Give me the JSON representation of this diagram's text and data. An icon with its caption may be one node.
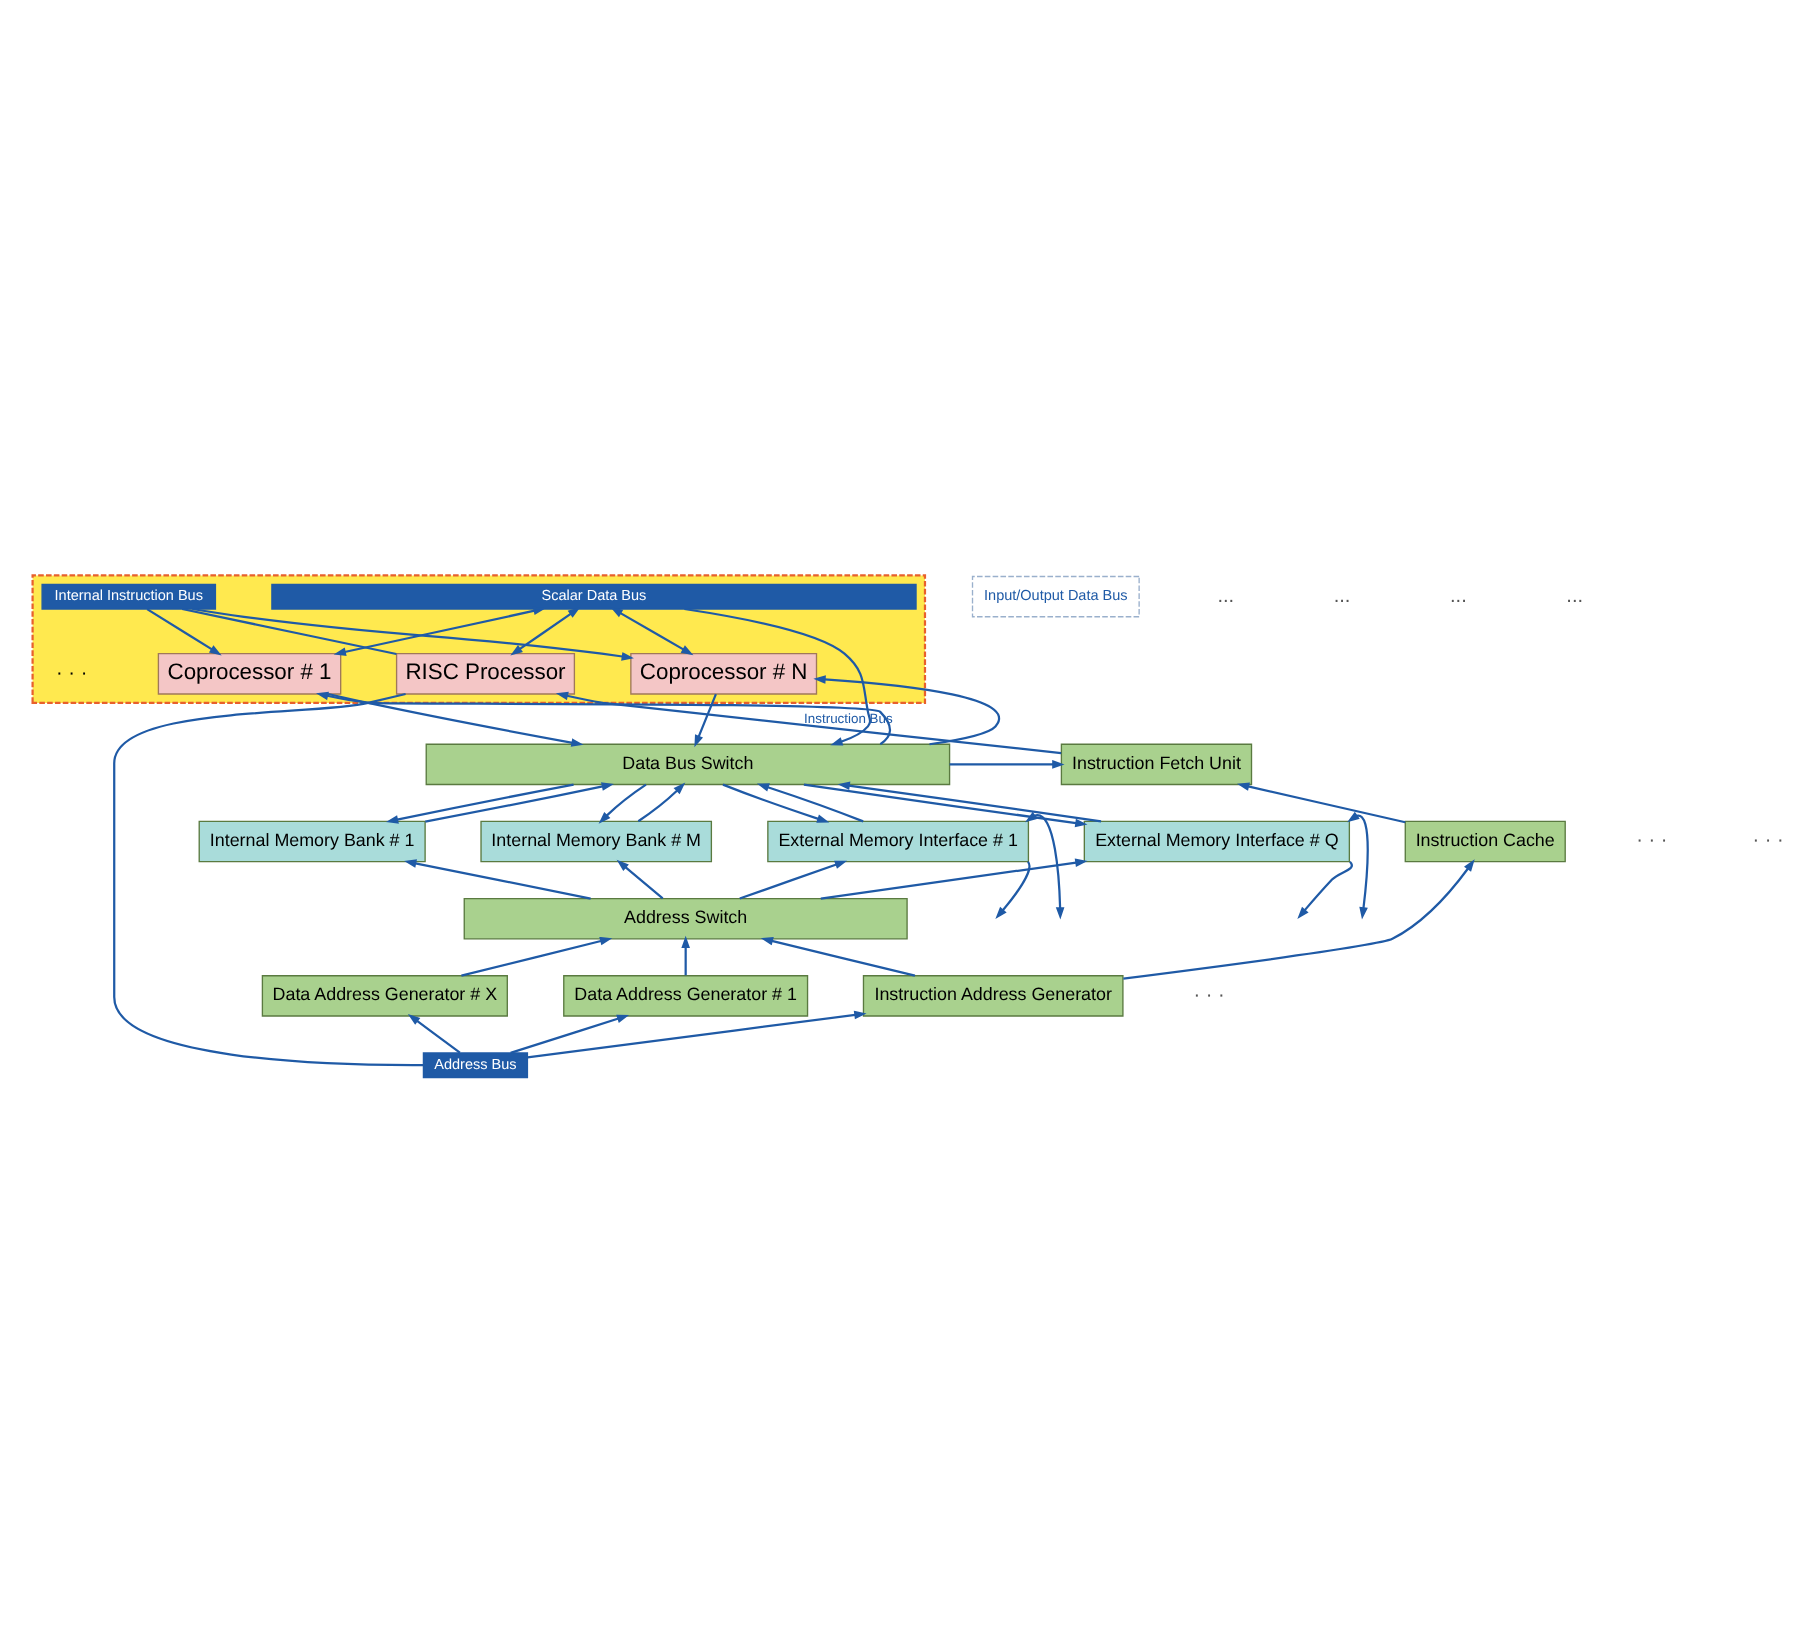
{
  "diagram": {
    "nodes": [
      {
        "text": [],
        "shape": "box"
      },
      {
        "text": [
          "Scalar Data Bus"
        ],
        "in": 0
      },
      {
        "text": [
          "Internal Instruction Bus"
        ],
        "in": 0
      },
      {
        "text": [
          "RISC Processor"
        ],
        "in": 0
      },
      {
        "text": [
          "Coprocessor # 1"
        ],
        "in": 0
      },
      {
        "text": [
          "Coprocessor # N"
        ],
        "in": 0
      },
      {
        "text": [
          "Input/Output Data Bus"
        ]
      },
      {
        "text": [
          "Instruction Fetch Unit"
        ]
      },
      {
        "text": [
          "Data Bus Switch"
        ]
      },
      {
        "text": [
          "Instruction Cache"
        ]
      },
      {
        "text": [
          "Internal Memory Bank # 1"
        ]
      },
      {
        "text": [
          "Internal Memory Bank # M"
        ]
      },
      {
        "text": [
          "External Memory Interface # 1"
        ]
      },
      {
        "text": [
          "External Memory Interface # Q"
        ]
      },
      {
        "text": [
          "Address Switch"
        ]
      },
      {
        "text": [
          "Instruction Address Generator"
        ]
      },
      {
        "text": [
          "Data Address Generator # 1"
        ]
      },
      {
        "text": [
          "Data Address Generator # X"
        ]
      },
      {
        "text": [
          "Address Bus"
        ]
      }
    ],
    "edges": [
      {
        "from": 1,
        "to": 3,
        "arrow": "both"
      },
      {
        "from": 1,
        "to": 4,
        "arrow": "both"
      },
      {
        "from": 1,
        "to": 5,
        "arrow": "both"
      },
      {
        "from": 1,
        "to": 8,
        "arrow": "to"
      },
      {
        "from": 3,
        "to": 2,
        "arrow": "none"
      },
      {
        "from": 2,
        "to": 4,
        "arrow": "to"
      },
      {
        "from": 2,
        "to": 5,
        "arrow": "to"
      },
      {
        "from": 7,
        "to": 3,
        "arrow": "to",
        "label": "Instruction Bus"
      },
      {
        "from": 3,
        "to": 18,
        "arrow": "none"
      },
      {
        "from": 8,
        "to": 4,
        "arrow": "to"
      },
      {
        "from": 4,
        "to": 8,
        "arrow": "to"
      },
      {
        "from": 8,
        "to": 5,
        "arrow": "to"
      },
      {
        "from": 5,
        "to": 8,
        "arrow": "to"
      },
      {
        "from": 8,
        "to": 7,
        "arrow": "to"
      },
      {
        "from": 9,
        "to": 7,
        "arrow": "to"
      },
      {
        "from": 10,
        "to": 8,
        "arrow": "to"
      },
      {
        "from": 8,
        "to": 10,
        "arrow": "to"
      },
      {
        "from": 11,
        "to": 8,
        "arrow": "to"
      },
      {
        "from": 8,
        "to": 11,
        "arrow": "to"
      },
      {
        "from": 12,
        "to": 8,
        "arrow": "to"
      },
      {
        "from": 8,
        "to": 12,
        "arrow": "to"
      },
      {
        "from": 13,
        "to": 8,
        "arrow": "to"
      },
      {
        "from": 8,
        "to": 13,
        "arrow": "to"
      },
      {
        "from": 12,
        "to": null,
        "arrow": "both"
      },
      {
        "from": 12,
        "to": null,
        "arrow": "to"
      },
      {
        "from": 13,
        "to": null,
        "arrow": "both"
      },
      {
        "from": 13,
        "to": null,
        "arrow": "to"
      },
      {
        "from": 14,
        "to": 10,
        "arrow": "to"
      },
      {
        "from": 14,
        "to": 11,
        "arrow": "to"
      },
      {
        "from": 14,
        "to": 12,
        "arrow": "to"
      },
      {
        "from": 14,
        "to": 13,
        "arrow": "to"
      },
      {
        "from": 15,
        "to": 14,
        "arrow": "to"
      },
      {
        "from": 16,
        "to": 14,
        "arrow": "to"
      },
      {
        "from": 17,
        "to": 14,
        "arrow": "to"
      },
      {
        "from": 15,
        "to": 9,
        "arrow": "to"
      },
      {
        "from": 18,
        "to": 15,
        "arrow": "to"
      },
      {
        "from": 18,
        "to": 16,
        "arrow": "to"
      },
      {
        "from": 18,
        "to": 17,
        "arrow": "to"
      }
    ],
    "labels": [
      "· · ·",
      "...",
      "...",
      "...",
      "...",
      "· · ·",
      "· · ·",
      "· · ·"
    ]
  }
}
